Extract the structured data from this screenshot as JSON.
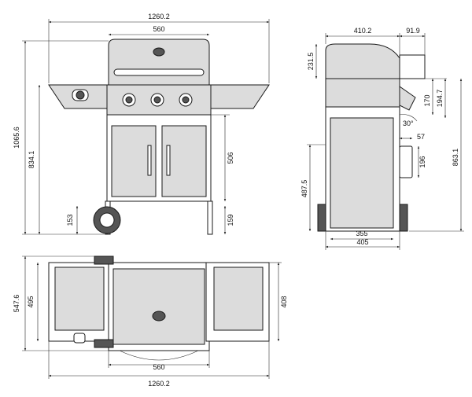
{
  "dimensions": {
    "front_total_width": "1260.2",
    "front_hood_width": "560",
    "front_total_height": "1065.6",
    "front_table_height": "834.1",
    "front_door_height": "506",
    "front_wheel_height": "153",
    "front_leg_height": "159",
    "side_body_depth": "410.2",
    "side_shelf_depth": "91.9",
    "side_lid_height": "231.5",
    "side_panel_height": "170",
    "side_panel_height2": "194.7",
    "side_angle": "30°",
    "side_handle_offset": "57",
    "side_handle_height": "196",
    "side_total_height": "863.1",
    "side_cart_height": "487.5",
    "side_inner_depth": "355",
    "side_outer_depth": "405",
    "top_total_depth": "547.6",
    "top_shelf_depth": "495",
    "top_body_depth": "408",
    "top_hood_width": "560",
    "top_total_width": "1260.2"
  },
  "colors": {
    "line": "#1a1a1a",
    "panel": "#dcdcdc",
    "dark": "#555555"
  }
}
